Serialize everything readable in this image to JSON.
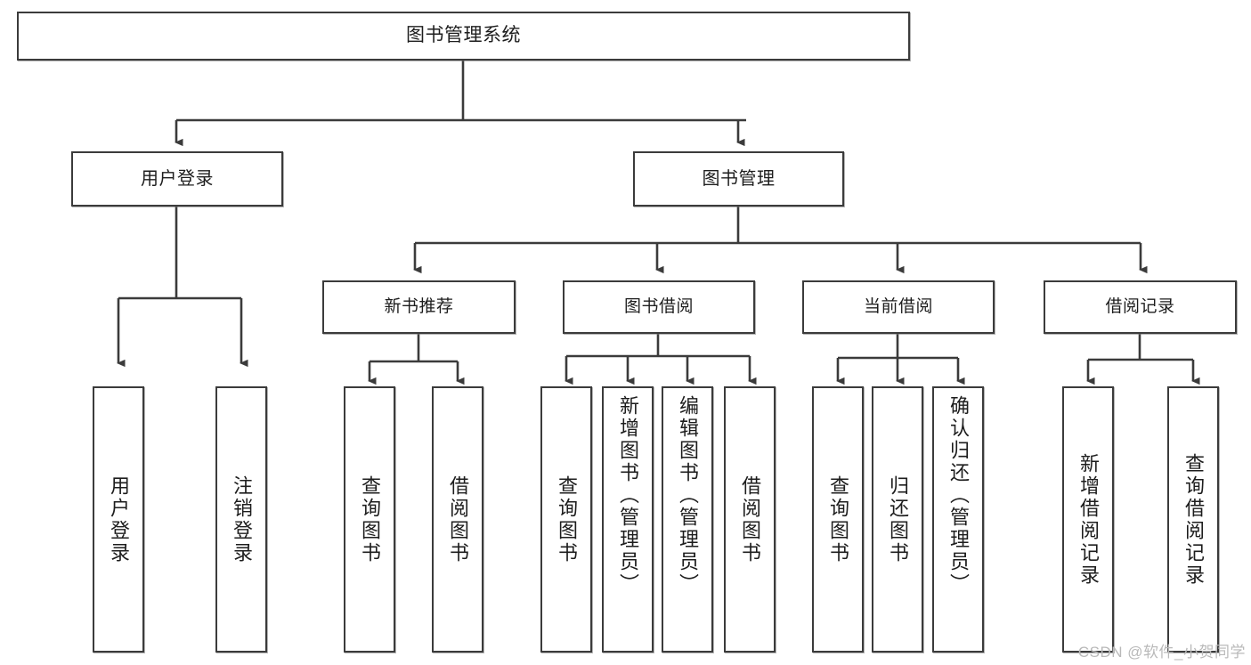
{
  "diagram": {
    "title": "图书管理系统",
    "type": "tree-hierarchy-chart",
    "watermark": "CSDN @软件_小贺同学",
    "colors": {
      "box_border": "#3b3b3b",
      "box_fill": "#ffffff",
      "connector": "#3b3b3b",
      "text": "#1d1d1d",
      "watermark": "#b9b9b9"
    },
    "root": {
      "label": "图书管理系统"
    },
    "level1": [
      {
        "label": "用户登录"
      },
      {
        "label": "图书管理"
      }
    ],
    "level2": [
      {
        "label": "新书推荐"
      },
      {
        "label": "图书借阅"
      },
      {
        "label": "当前借阅"
      },
      {
        "label": "借阅记录"
      }
    ],
    "leaves": {
      "user_login": [
        {
          "label": "用户登录"
        },
        {
          "label": "注销登录"
        }
      ],
      "new_book_recommend": [
        {
          "label": "查询图书"
        },
        {
          "label": "借阅图书"
        }
      ],
      "book_borrow": [
        {
          "label": "查询图书"
        },
        {
          "label": "新增图书（管理员）"
        },
        {
          "label": "编辑图书（管理员）"
        },
        {
          "label": "借阅图书"
        }
      ],
      "current_borrow": [
        {
          "label": "查询图书"
        },
        {
          "label": "归还图书"
        },
        {
          "label": "确认归还（管理员）"
        }
      ],
      "borrow_record": [
        {
          "label": "新增借阅记录"
        },
        {
          "label": "查询借阅记录"
        }
      ]
    }
  }
}
